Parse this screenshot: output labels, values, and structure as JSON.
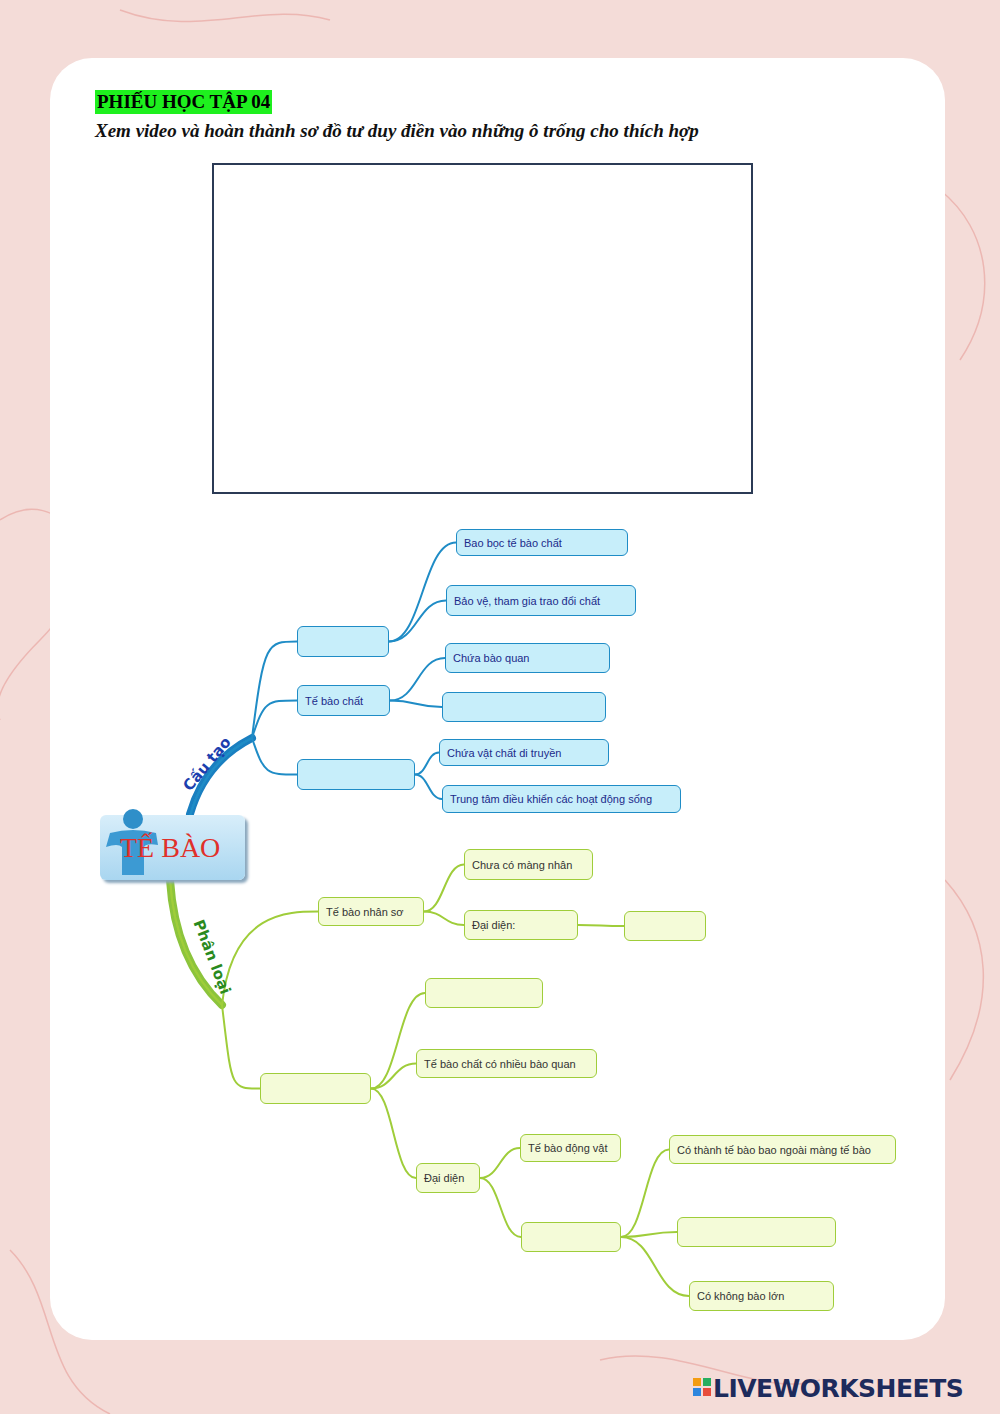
{
  "diagram": {
    "title": "PHIẾU HỌC TẬP 04",
    "nodes": [
      {
        "text": [
          "TẾ BÀO"
        ]
      },
      {
        "text": []
      },
      {
        "text": [
          "Bao bọc tế bào chất"
        ]
      },
      {
        "text": [
          "Bảo vệ, tham gia trao đổi chất"
        ]
      },
      {
        "text": [
          "Tế bào chất"
        ]
      },
      {
        "text": [
          "Chứa bào quan"
        ]
      },
      {
        "text": []
      },
      {
        "text": []
      },
      {
        "text": [
          "Chứa vật chất di truyền"
        ]
      },
      {
        "text": [
          "Trung tâm điều khiển các hoạt động sống"
        ]
      },
      {
        "text": [
          "Tế bào nhân sơ"
        ]
      },
      {
        "text": [
          "Chưa có màng nhân"
        ]
      },
      {
        "text": [
          "Đại diện:"
        ]
      },
      {
        "text": []
      },
      {
        "text": []
      },
      {
        "text": []
      },
      {
        "text": [
          "Tế bào chất có nhiều bào quan"
        ]
      },
      {
        "text": [
          "Đại diện"
        ]
      },
      {
        "text": [
          "Tế bào động vật"
        ]
      },
      {
        "text": []
      },
      {
        "text": [
          "Có thành tế bào bao ngoài màng tế bào"
        ]
      },
      {
        "text": []
      },
      {
        "text": [
          "Có không bào lớn"
        ]
      }
    ],
    "edges": [
      {
        "from": 0,
        "to": 1,
        "arrow": "none"
      },
      {
        "from": 0,
        "to": 4,
        "arrow": "none"
      },
      {
        "from": 0,
        "to": 7,
        "arrow": "none"
      },
      {
        "from": 1,
        "to": 2,
        "arrow": "none"
      },
      {
        "from": 1,
        "to": 3,
        "arrow": "none"
      },
      {
        "from": 4,
        "to": 5,
        "arrow": "none"
      },
      {
        "from": 4,
        "to": 6,
        "arrow": "none"
      },
      {
        "from": 7,
        "to": 8,
        "arrow": "none"
      },
      {
        "from": 7,
        "to": 9,
        "arrow": "none"
      },
      {
        "from": 0,
        "to": 10,
        "arrow": "none"
      },
      {
        "from": 0,
        "to": 14,
        "arrow": "none"
      },
      {
        "from": 10,
        "to": 11,
        "arrow": "none"
      },
      {
        "from": 10,
        "to": 12,
        "arrow": "none"
      },
      {
        "from": 12,
        "to": 13,
        "arrow": "none"
      },
      {
        "from": 14,
        "to": 15,
        "arrow": "none"
      },
      {
        "from": 14,
        "to": 16,
        "arrow": "none"
      },
      {
        "from": 14,
        "to": 17,
        "arrow": "none"
      },
      {
        "from": 17,
        "to": 18,
        "arrow": "none"
      },
      {
        "from": 17,
        "to": 19,
        "arrow": "none"
      },
      {
        "from": 19,
        "to": 20,
        "arrow": "none"
      },
      {
        "from": 19,
        "to": 21,
        "arrow": "none"
      },
      {
        "from": 19,
        "to": 22,
        "arrow": "none"
      }
    ],
    "labels": [
      "Xem video và hoàn thành sơ đồ tư duy điền vào những ô trống cho thích hợp",
      "Cấu tạo",
      "Phân loại",
      "LIVEWORKSHEETS"
    ]
  }
}
